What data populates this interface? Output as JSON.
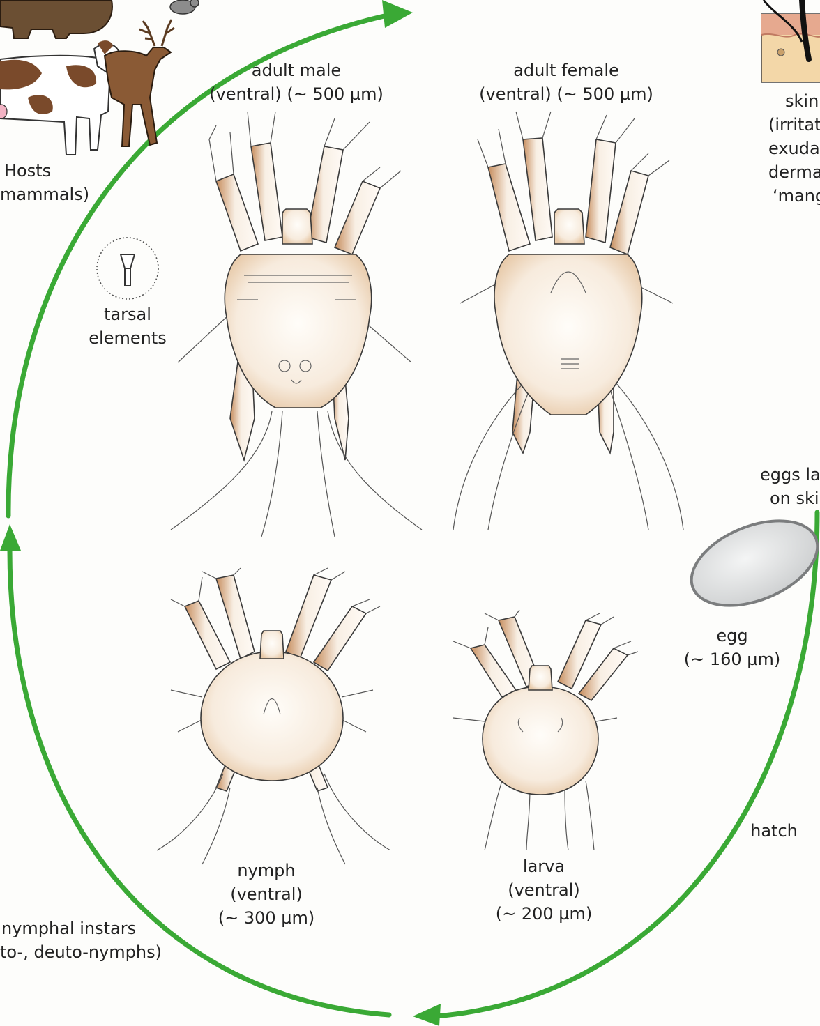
{
  "labels": {
    "hosts": [
      "Hosts",
      "mammals)"
    ],
    "tarsal": [
      "tarsal",
      "elements"
    ],
    "adult_male": [
      "adult male",
      "(ventral) (~ 500 µm)"
    ],
    "adult_female": [
      "adult female",
      "(ventral) (~ 500 µm)"
    ],
    "skin": [
      "skin",
      "(irritati",
      "exudat",
      "derma",
      "‘mang"
    ],
    "eggs_laid": [
      "eggs la",
      "on ski"
    ],
    "egg": [
      "egg",
      "(~ 160 µm)"
    ],
    "hatch": [
      "hatch"
    ],
    "nymph": [
      "nymph",
      "(ventral)",
      "(~ 300 µm)"
    ],
    "larva": [
      "larva",
      "(ventral)",
      "(~ 200 µm)"
    ],
    "nymphal_instars": [
      "nymphal instars",
      "to-, deuto-nymphs)"
    ]
  },
  "colors": {
    "cycle_arrow": "#3aa935",
    "mite_body": "#f6eadb",
    "mite_shade": "#c9956a",
    "outline": "#3a3a3a",
    "egg_fill": "#e2e3e3",
    "egg_outline": "#7b7d7e"
  },
  "icons": [
    "host-animals-illustration",
    "skin-section-illustration",
    "tarsal-element-icon"
  ]
}
